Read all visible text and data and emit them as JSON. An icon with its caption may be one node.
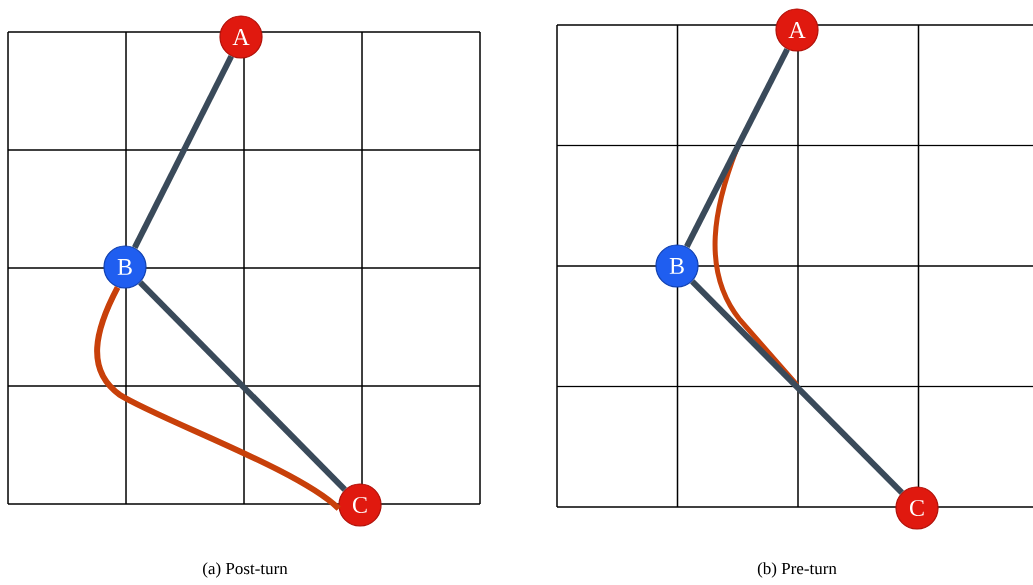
{
  "diagram": {
    "nodes": [
      {
        "text": [
          "A"
        ]
      },
      {
        "text": [
          "B"
        ]
      },
      {
        "text": [
          "C"
        ]
      },
      {
        "text": [
          "A"
        ]
      },
      {
        "text": [
          "B"
        ]
      },
      {
        "text": [
          "C"
        ]
      }
    ],
    "edges": [
      {
        "from": 0,
        "to": 1,
        "arrow": "none"
      },
      {
        "from": 1,
        "to": 2,
        "arrow": "none"
      },
      {
        "from": 1,
        "to": 2,
        "arrow": "none",
        "color": "#c8400a"
      },
      {
        "from": 3,
        "to": 4,
        "arrow": "none"
      },
      {
        "from": 4,
        "to": 5,
        "arrow": "none"
      }
    ],
    "labels": [
      "(a) Post-turn",
      "(b) Pre-turn"
    ]
  }
}
